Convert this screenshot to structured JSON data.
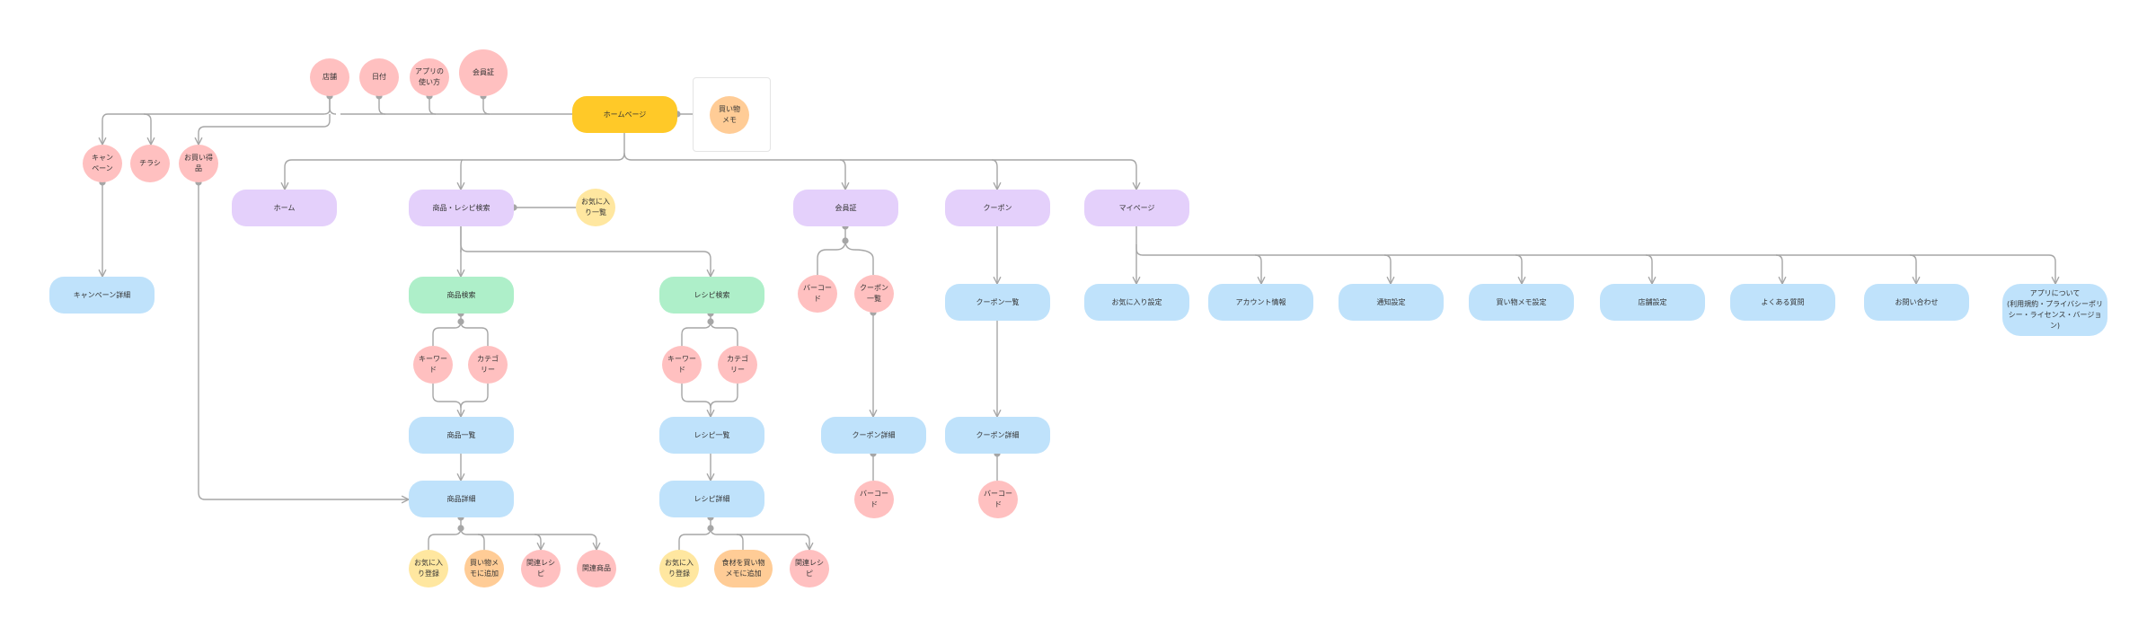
{
  "colors": {
    "root": "#ffc928",
    "section": "#e4d0fb",
    "search": "#aeefc9",
    "screen": "#bfe2fb",
    "element": "#ffc0c0",
    "favorite": "#ffe7a0",
    "memo": "#ffcc96",
    "connector": "#a6a6a6"
  },
  "nodes": {
    "homepage": "ホームページ",
    "store": "店舗",
    "date": "日付",
    "app_usage": "アプリの\n使い方",
    "member_card": "会員証",
    "shopping_memo": "買い物\nメモ",
    "campaign": "キャン\nペーン",
    "flyer": "チラシ",
    "deals": "お買い得\n品",
    "campaign_detail": "キャンペーン詳細",
    "home": "ホーム",
    "product_recipe_search": "商品・レシピ検索",
    "favorites_list": "お気に入\nり一覧",
    "member_card_2": "会員証",
    "coupon": "クーポン",
    "mypage": "マイページ",
    "product_search": "商品検索",
    "recipe_search": "レシピ検索",
    "ps_keyword": "キーワー\nド",
    "ps_category": "カテゴ\nリー",
    "rs_keyword": "キーワー\nド",
    "rs_category": "カテゴ\nリー",
    "product_list": "商品一覧",
    "recipe_list": "レシピ一覧",
    "product_detail": "商品詳細",
    "recipe_detail": "レシピ詳細",
    "pd_favorite": "お気に入\nり登録",
    "pd_add_memo": "買い物メ\nモに追加",
    "pd_related_recipe": "関連レシ\nピ",
    "pd_related_product": "関連商品",
    "rd_favorite": "お気に入\nり登録",
    "rd_add_memo": "食材を買い物\nメモに追加",
    "rd_related_recipe": "関連レシ\nピ",
    "mc_barcode": "バーコー\nド",
    "mc_coupon_list": "クーポン\n一覧",
    "mc_coupon_detail": "クーポン詳細",
    "mc_detail_barcode": "バーコー\nド",
    "coupon_list": "クーポン一覧",
    "coupon_detail": "クーポン詳細",
    "coupon_barcode": "バーコー\nド",
    "mp_favorite_settings": "お気に入り設定",
    "mp_account": "アカウント情報",
    "mp_notification": "通知設定",
    "mp_memo_settings": "買い物メモ設定",
    "mp_store_settings": "店舗設定",
    "mp_faq": "よくある質問",
    "mp_contact": "お問い合わせ",
    "mp_about": "アプリについて\n(利用規約・プライバシーポリ\nシー・ライセンス・バージョン)"
  }
}
